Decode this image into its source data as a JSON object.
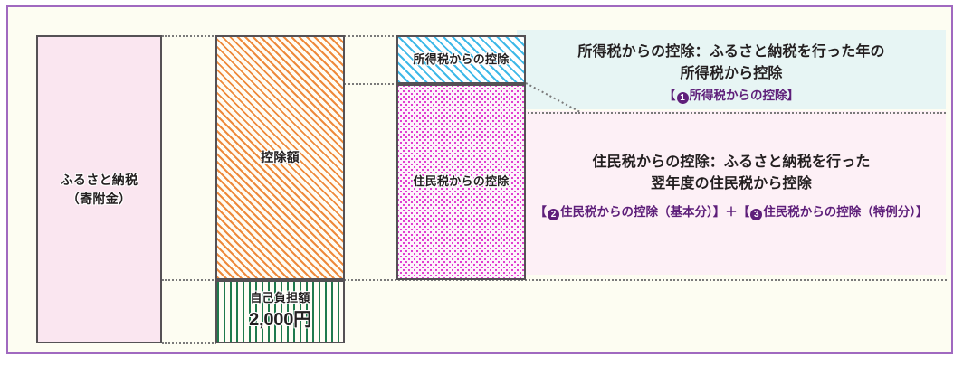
{
  "figure": {
    "frame_border_color": "#a069c0",
    "background_color": "#fdfdf2"
  },
  "bars": {
    "donation": {
      "label": "ふるさと納税",
      "sub_label": "（寄附金）",
      "fill_color": "#fae6f0"
    },
    "deduction": {
      "label": "控除額",
      "hatch_color": "#ee8a3c"
    },
    "self_burden": {
      "label": "自己負担額",
      "amount": "2,000円",
      "stripe_color": "#1f7a4d"
    },
    "income_tax": {
      "label": "所得税からの控除",
      "hatch_color": "#3fb9e8"
    },
    "resident_tax": {
      "label": "住民税からの控除",
      "dot_color": "#e13fd0"
    }
  },
  "panels": {
    "income_tax": {
      "background_color": "#e7f5f4",
      "line1": "所得税からの控除：ふるさと納税を行った年の",
      "line2": "所得税から控除",
      "formula_open": "【",
      "formula_badge": "1",
      "formula_text": "所得税からの控除",
      "formula_close": "】",
      "accent_color": "#5e1f7a"
    },
    "resident_tax": {
      "background_color": "#fdf0f6",
      "line1": "住民税からの控除：ふるさと納税を行った",
      "line2": "翌年度の住民税から控除",
      "formula_open_a": "【",
      "formula_badge_a": "2",
      "formula_text_a": "住民税からの控除（基本分）",
      "formula_close_a": "】",
      "formula_operator": "＋",
      "formula_open_b": "【",
      "formula_badge_b": "3",
      "formula_text_b": "住民税からの控除（特例分）",
      "formula_close_b": "】",
      "accent_color": "#5e1f7a"
    }
  }
}
